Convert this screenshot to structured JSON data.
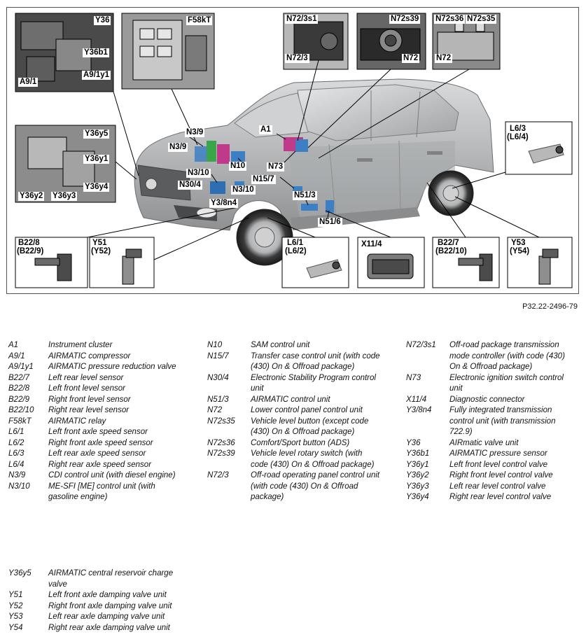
{
  "figure_ref": "P32.22-2496-79",
  "callouts": {
    "Y36": "Y36",
    "Y36b1": "Y36b1",
    "A9_1y1": "A9/1y1",
    "A9_1": "A9/1",
    "F58kT": "F58kT",
    "N72_3s1": "N72/3s1",
    "N72_3": "N72/3",
    "N72s39": "N72s39",
    "N72": "N72",
    "N72s36": "N72s36",
    "N72s35": "N72s35",
    "N72_b": "N72",
    "Y36y5": "Y36y5",
    "Y36y1": "Y36y1",
    "Y36y4": "Y36y4",
    "Y36y2": "Y36y2",
    "Y36y3": "Y36y3",
    "N3_9a": "N3/9",
    "N3_9b": "N3/9",
    "N3_10a": "N3/10",
    "N3_10b": "N3/10",
    "N10": "N10",
    "A1": "A1",
    "N73": "N73",
    "N15_7": "N15/7",
    "N30_4": "N30/4",
    "N51_3": "N51/3",
    "N51_6": "N51/6",
    "Y3_8n4": "Y3/8n4",
    "L6_3": "L6/3",
    "L6_4": "(L6/4)",
    "B22_8": "B22/8",
    "B22_9": "(B22/9)",
    "Y51": "Y51",
    "Y52": "(Y52)",
    "L6_1": "L6/1",
    "L6_2": "(L6/2)",
    "X11_4": "X11/4",
    "B22_7": "B22/7",
    "B22_10": "(B22/10)",
    "Y53": "Y53",
    "Y54": "(Y54)"
  },
  "legend": {
    "col1": [
      {
        "code": "A1",
        "desc": "Instrument cluster"
      },
      {
        "code": "A9/1",
        "desc": "AIRMATIC compressor"
      },
      {
        "code": "A9/1y1",
        "desc": "AIRMATIC pressure reduction valve"
      },
      {
        "code": "B22/7",
        "desc": "Left rear level sensor"
      },
      {
        "code": "B22/8",
        "desc": "Left front level sensor"
      },
      {
        "code": "B22/9",
        "desc": "Right front level sensor"
      },
      {
        "code": "B22/10",
        "desc": "Right rear level sensor"
      },
      {
        "code": "F58kT",
        "desc": "AIRMATIC relay"
      },
      {
        "code": "L6/1",
        "desc": "Left front axle speed sensor"
      },
      {
        "code": "L6/2",
        "desc": "Right front axle speed sensor"
      },
      {
        "code": "L6/3",
        "desc": "Left rear axle speed sensor"
      },
      {
        "code": "L6/4",
        "desc": "Right rear axle speed sensor"
      },
      {
        "code": "N3/9",
        "desc": "CDI control unit (with diesel engine)"
      },
      {
        "code": "N3/10",
        "desc": "ME-SFI [ME] control unit (with gasoline engine)"
      }
    ],
    "col2": [
      {
        "code": "N10",
        "desc": "SAM control unit"
      },
      {
        "code": "N15/7",
        "desc": "Transfer case control unit (with code (430) On & Offroad package)"
      },
      {
        "code": "N30/4",
        "desc": "Electronic Stability Program control unit"
      },
      {
        "code": "N51/3",
        "desc": "AIRMATIC control unit"
      },
      {
        "code": "N72",
        "desc": "Lower control panel control unit"
      },
      {
        "code": "N72s35",
        "desc": "Vehicle level button (except code (430) On & Offroad package)"
      },
      {
        "code": "N72s36",
        "desc": "Comfort/Sport button (ADS)"
      },
      {
        "code": "N72s39",
        "desc": "Vehicle level rotary switch (with code (430) On & Offroad package)"
      },
      {
        "code": "N72/3",
        "desc": "Off-road operating panel control unit (with code (430) On & Offroad package)"
      }
    ],
    "col3": [
      {
        "code": "N72/3s1",
        "desc": "Off-road package transmission mode controller (with code (430) On & Offroad package)"
      },
      {
        "code": "N73",
        "desc": "Electronic ignition switch control unit"
      },
      {
        "code": "X11/4",
        "desc": "Diagnostic connector"
      },
      {
        "code": "Y3/8n4",
        "desc": "Fully integrated transmission control unit (with transmission 722.9)"
      },
      {
        "code": "Y36",
        "desc": "AIRmatic valve unit"
      },
      {
        "code": "Y36b1",
        "desc": "AIRMATIC pressure sensor"
      },
      {
        "code": "Y36y1",
        "desc": "Left front level control valve"
      },
      {
        "code": "Y36y2",
        "desc": "Right front level control valve"
      },
      {
        "code": "Y36y3",
        "desc": "Left rear level control valve"
      },
      {
        "code": "Y36y4",
        "desc": "Right rear level control valve"
      }
    ],
    "col4": [
      {
        "code": "Y36y5",
        "desc": "AIRMATIC central reservoir charge valve"
      },
      {
        "code": "Y51",
        "desc": "Left front axle damping valve unit"
      },
      {
        "code": "Y52",
        "desc": "Right front axle damping valve unit"
      },
      {
        "code": "Y53",
        "desc": "Left rear axle damping valve unit"
      },
      {
        "code": "Y54",
        "desc": "Right rear axle damping valve unit"
      }
    ]
  },
  "colors": {
    "component_blue": "#3d7fc4",
    "component_green": "#3aa649",
    "component_magenta": "#c03a8c",
    "body_grey": "#b8babc"
  }
}
